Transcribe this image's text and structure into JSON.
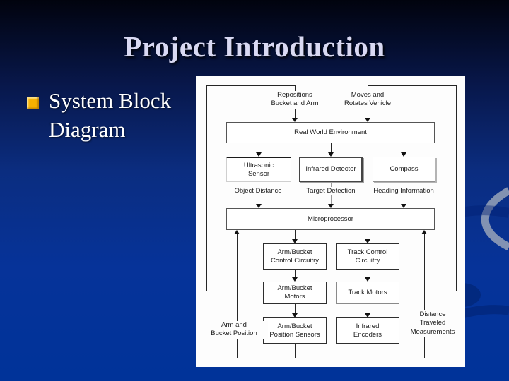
{
  "slide": {
    "title": "Project Introduction",
    "bullet_text": "System Block Diagram"
  },
  "diagram": {
    "actuation_labels": {
      "repositions": "Repositions\nBucket and Arm",
      "moves": "Moves and\nRotates Vehicle"
    },
    "nodes": {
      "real_world": "Real World Environment",
      "ultrasonic_sensor": "Ultrasonic\nSensor",
      "infrared_detector": "Infrared Detector",
      "compass": "Compass",
      "microprocessor": "Microprocessor",
      "arm_bucket_control": "Arm/Bucket\nControl Circuitry",
      "track_control": "Track Control\nCircuitry",
      "arm_bucket_motors": "Arm/Bucket\nMotors",
      "track_motors": "Track Motors",
      "arm_bucket_position_sensors": "Arm/Bucket\nPosition Sensors",
      "infrared_encoders": "Infrared\nEncoders"
    },
    "signal_labels": {
      "object_distance": "Object Distance",
      "target_detection": "Target Detection",
      "heading_information": "Heading Information",
      "arm_bucket_position": "Arm and\nBucket Position",
      "distance_traveled": "Distance\nTraveled\nMeasurements"
    }
  },
  "colors": {
    "slide_background_top": "#01030e",
    "slide_background_bottom": "#003399",
    "title_text": "#d9d9f3",
    "bullet_marker": "#f5af00",
    "body_text": "#ffffff",
    "diagram_background": "#fdfdfd",
    "diagram_line": "#262626"
  }
}
